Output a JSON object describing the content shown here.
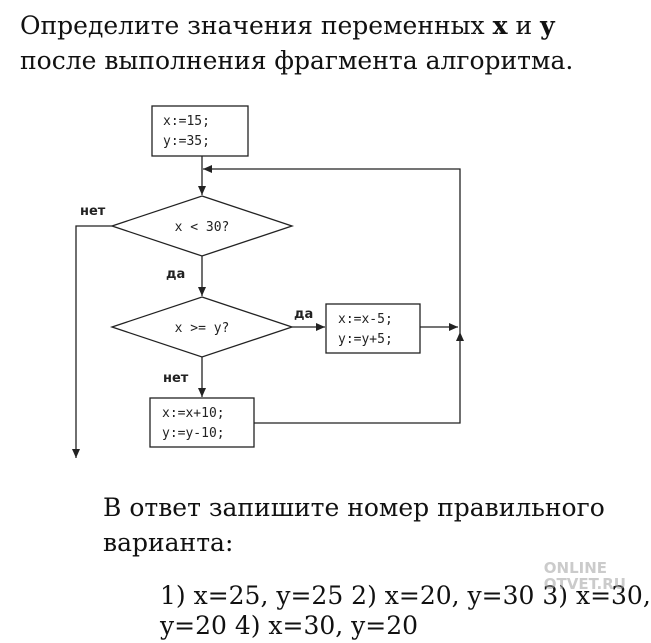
{
  "question": {
    "before": "Определите значения переменных ",
    "var_x": "x",
    "and": " и ",
    "var_y": "y",
    "after": " после выполнения фрагмента алгоритма."
  },
  "flowchart": {
    "init_line1": "x:=15;",
    "init_line2": "y:=35;",
    "cond1": "x < 30?",
    "cond1_no": "нет",
    "cond1_yes": "да",
    "cond2": "x >= y?",
    "cond2_yes": "да",
    "cond2_no": "нет",
    "yes_line1": "x:=x-5;",
    "yes_line2": "y:=y+5;",
    "no_line1": "x:=x+10;",
    "no_line2": "y:=y-10;"
  },
  "answer_prompt": "В ответ запишите номер правильного варианта:",
  "options_line1": "1) x=25, y=25 2) x=20, y=30 3) x=30,",
  "options_line2": "y=20 4) x=30, y=20",
  "watermark": {
    "line1": "ONLINE",
    "line2": "OTVET.RU"
  },
  "colors": {
    "stroke": "#222222",
    "background": "#ffffff"
  }
}
